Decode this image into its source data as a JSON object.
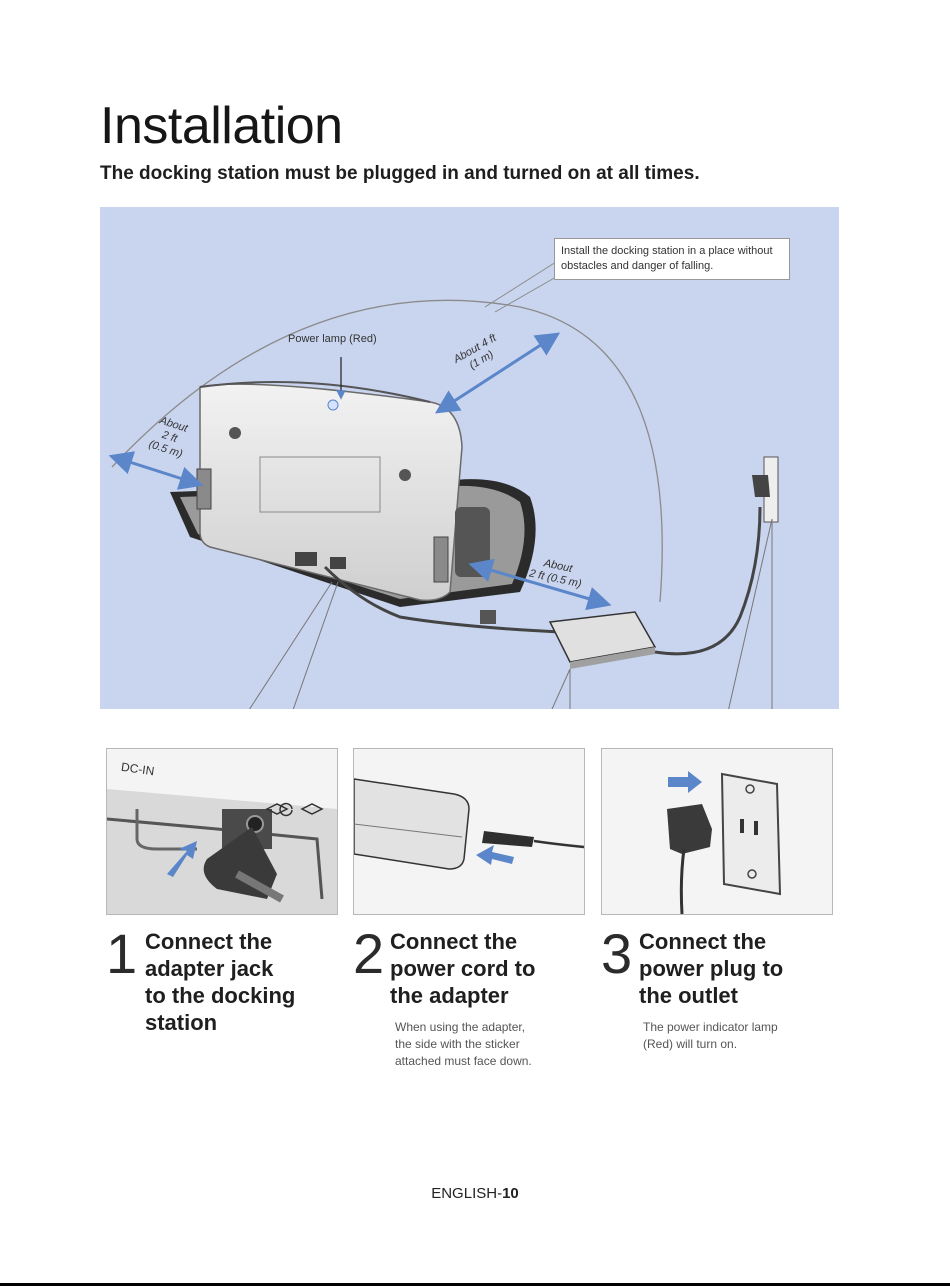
{
  "header": {
    "title": "Installation",
    "subtitle": "The docking station must be plugged in and turned on at all times."
  },
  "diagram": {
    "callout": "Install the docking station in a place without obstacles and danger of falling.",
    "power_lamp": "Power lamp (Red)",
    "left_distance": [
      "About",
      "2 ft",
      "(0.5 m)"
    ],
    "top_distance": [
      "About 4 ft",
      "(1 m)"
    ],
    "right_distance": [
      "About",
      "2 ft (0.5 m)"
    ],
    "dc_in_label": "DC-IN"
  },
  "steps": [
    {
      "number": "1",
      "title": [
        "Connect the",
        "adapter jack",
        "to the docking",
        "station"
      ],
      "note": []
    },
    {
      "number": "2",
      "title": [
        "Connect the",
        "power cord to",
        "the adapter"
      ],
      "note": [
        "When using the adapter,",
        "the side with the sticker",
        "attached must face down."
      ]
    },
    {
      "number": "3",
      "title": [
        "Connect the",
        "power plug to",
        "the outlet"
      ],
      "note": [
        "The power indicator lamp",
        "(Red) will turn on."
      ]
    }
  ],
  "footer": {
    "prefix": "ENGLISH-",
    "page": "10"
  },
  "colors": {
    "panel_bg": "#c9d4ef",
    "arrow_blue": "#5b86c9",
    "text": "#1a1a1a"
  }
}
